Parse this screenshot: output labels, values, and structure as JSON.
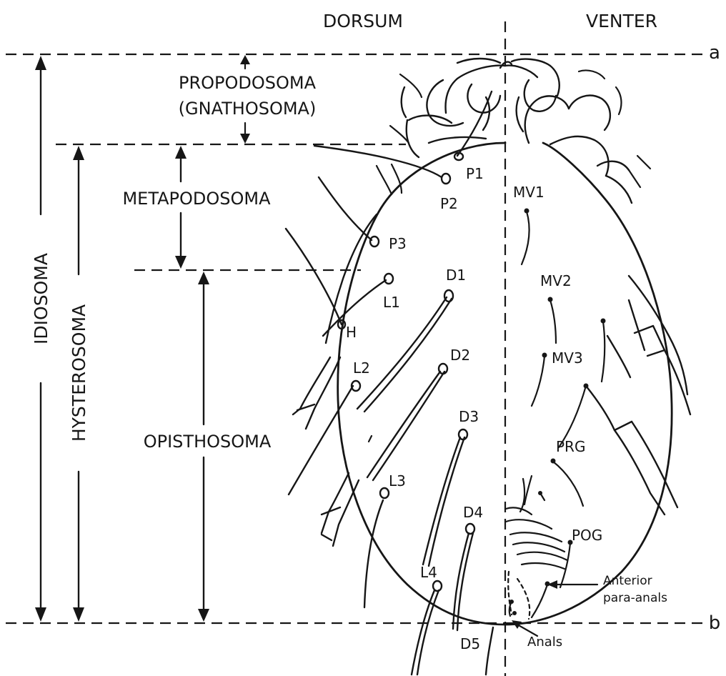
{
  "headings": {
    "dorsum": "DORSUM",
    "venter": "VENTER"
  },
  "line_labels": {
    "a": "a",
    "b": "b"
  },
  "regions": {
    "propodosoma": "PROPODOSOMA",
    "gnathosoma": "(GNATHOSOMA)",
    "metapodosoma": "METAPODOSOMA",
    "opisthosoma": "OPISTHOSOMA",
    "idiosoma": "IDIOSOMA",
    "hysterosoma": "HYSTEROSOMA"
  },
  "dorsal_setae": {
    "p1": "P1",
    "p2": "P2",
    "p3": "P3",
    "l1": "L1",
    "h": "H",
    "l2": "L2",
    "l3": "L3",
    "l4": "L4",
    "d1": "D1",
    "d2": "D2",
    "d3": "D3",
    "d4": "D4",
    "d5": "D5"
  },
  "ventral_setae": {
    "mv1": "MV1",
    "mv2": "MV2",
    "mv3": "MV3",
    "prg": "PRG",
    "pog": "POG",
    "anterior_1": "Anterior",
    "anterior_2": "para-anals",
    "anals": "Anals"
  },
  "colors": {
    "ink": "#161616",
    "paper": "#ffffff"
  }
}
